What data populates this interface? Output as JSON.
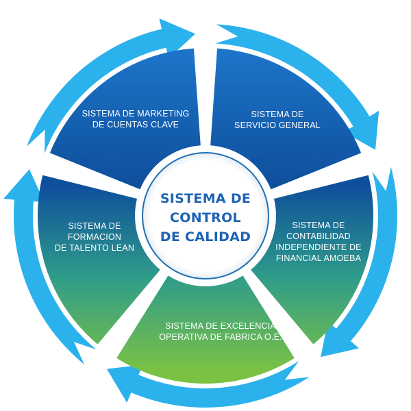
{
  "center": {
    "lines": [
      "SISTEMA DE",
      "CONTROL",
      "DE CALIDAD"
    ]
  },
  "segments": [
    {
      "id": "servicio",
      "lines": [
        "SISTEMA DE",
        "SERVICIO GENERAL"
      ]
    },
    {
      "id": "contabilidad",
      "lines": [
        "SISTEMA DE",
        "CONTABILIDAD",
        "INDEPENDIENTE DE",
        "FINANCIAL AMOEBA"
      ]
    },
    {
      "id": "excelencia",
      "lines": [
        "SISTEMA DE EXCELENCIA",
        "OPERATIVA DE FABRICA O.E."
      ]
    },
    {
      "id": "formacion",
      "lines": [
        "SISTEMA DE",
        "FORMACION",
        "DE TALENTO LEAN"
      ]
    },
    {
      "id": "marketing",
      "lines": [
        "SISTEMA DE MARKETING",
        "DE CUENTAS CLAVE"
      ]
    }
  ],
  "colors": {
    "arrow": "#2bb2ec",
    "blue_dark": "#0e4f9c",
    "blue": "#1f7ad0",
    "teal": "#2f9c8a",
    "green": "#7cc242",
    "center_text": "#1e63b3"
  }
}
